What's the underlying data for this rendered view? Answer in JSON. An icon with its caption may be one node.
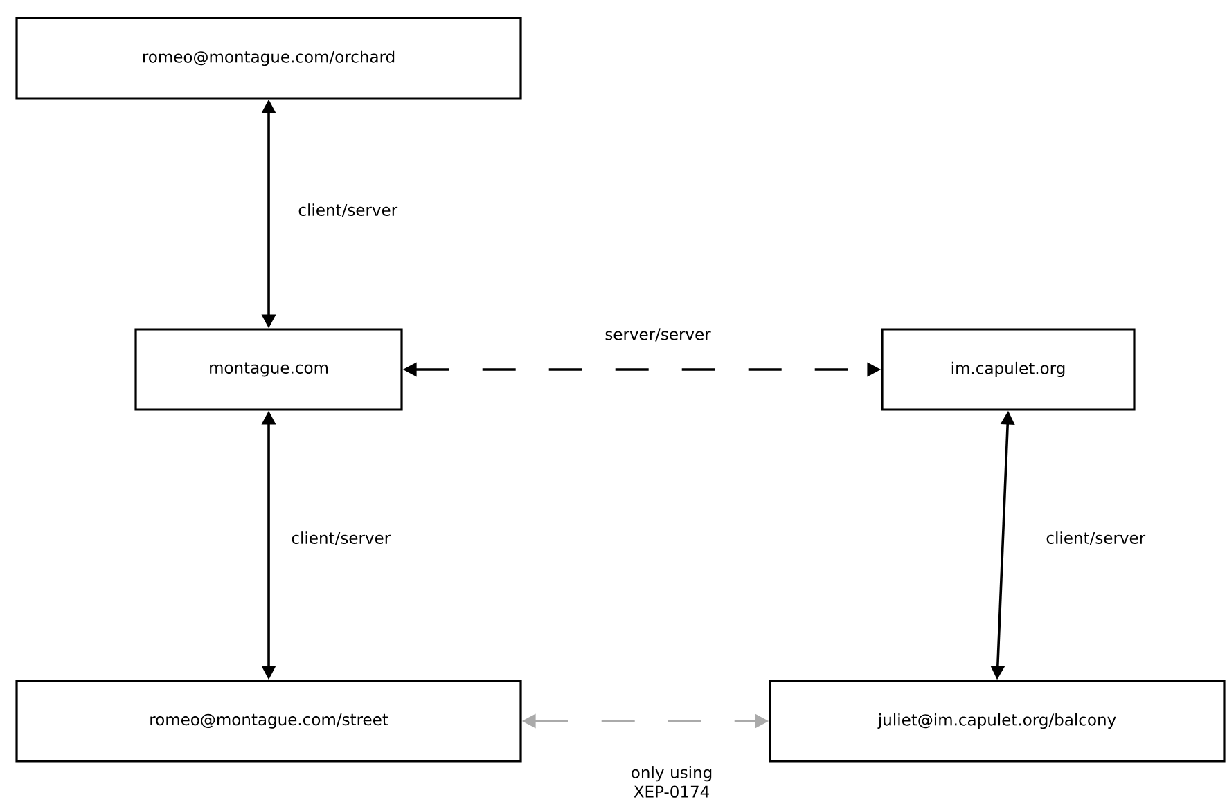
{
  "diagram": {
    "nodes": [
      {
        "text": [
          "romeo@montague.com/orchard"
        ]
      },
      {
        "text": [
          "montague.com"
        ]
      },
      {
        "text": [
          "im.capulet.org"
        ]
      },
      {
        "text": [
          "romeo@montague.com/street"
        ]
      },
      {
        "text": [
          "juliet@im.capulet.org/balcony"
        ]
      }
    ],
    "edges": [
      {
        "from": 0,
        "to": 1,
        "arrow": "both",
        "label": "client/server"
      },
      {
        "from": 1,
        "to": 2,
        "arrow": "both",
        "label": "server/server",
        "style": "dashed"
      },
      {
        "from": 1,
        "to": 3,
        "arrow": "both",
        "label": "client/server"
      },
      {
        "from": 2,
        "to": 4,
        "arrow": "both",
        "label": "client/server"
      },
      {
        "from": 3,
        "to": 4,
        "arrow": "both",
        "label": "only using XEP-0174",
        "style": "dashed",
        "color": "#aaaaaa"
      }
    ]
  }
}
